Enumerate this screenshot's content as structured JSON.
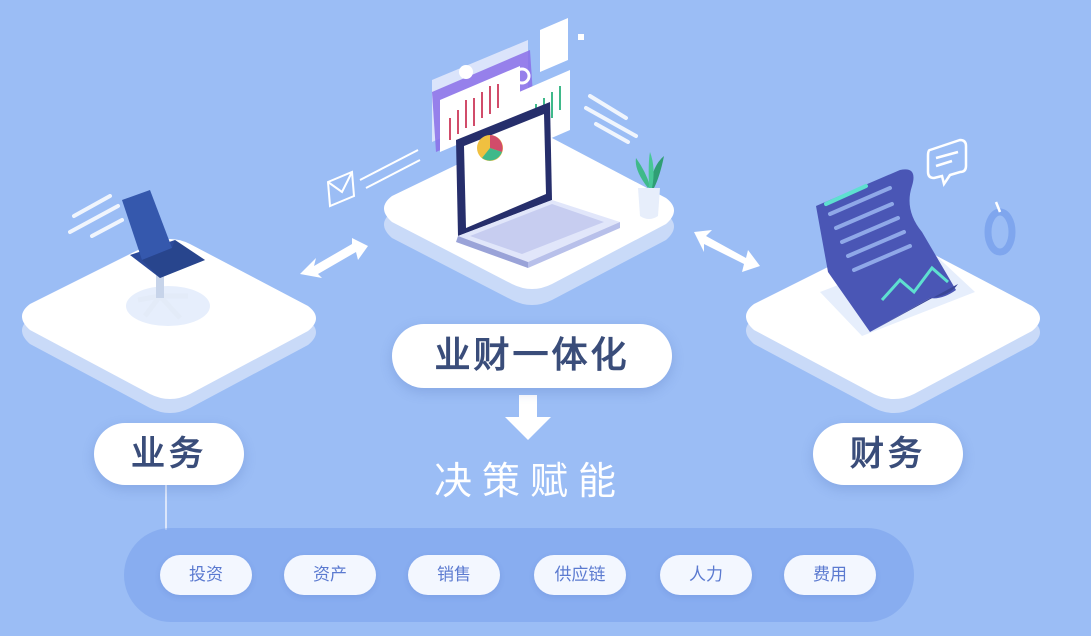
{
  "diagram": {
    "center_label": "业财一体化",
    "left_label": "业务",
    "right_label": "财务",
    "result_label": "决策赋能",
    "modules": [
      "投资",
      "资产",
      "销售",
      "供应链",
      "人力",
      "费用"
    ]
  },
  "colors": {
    "background": "#9bbdf5",
    "platform_top": "#ffffff",
    "platform_side": "#dbe6fb",
    "label_text": "#3a4d7a",
    "chip_text": "#5b7ad0",
    "chair": "#2c4a9a",
    "document": "#4a56b5"
  },
  "icons": [
    "office-chair-icon",
    "laptop-icon",
    "document-icon",
    "envelope-icon",
    "plant-icon",
    "chat-bubble-icon",
    "down-arrow-icon",
    "double-arrow-icon"
  ]
}
